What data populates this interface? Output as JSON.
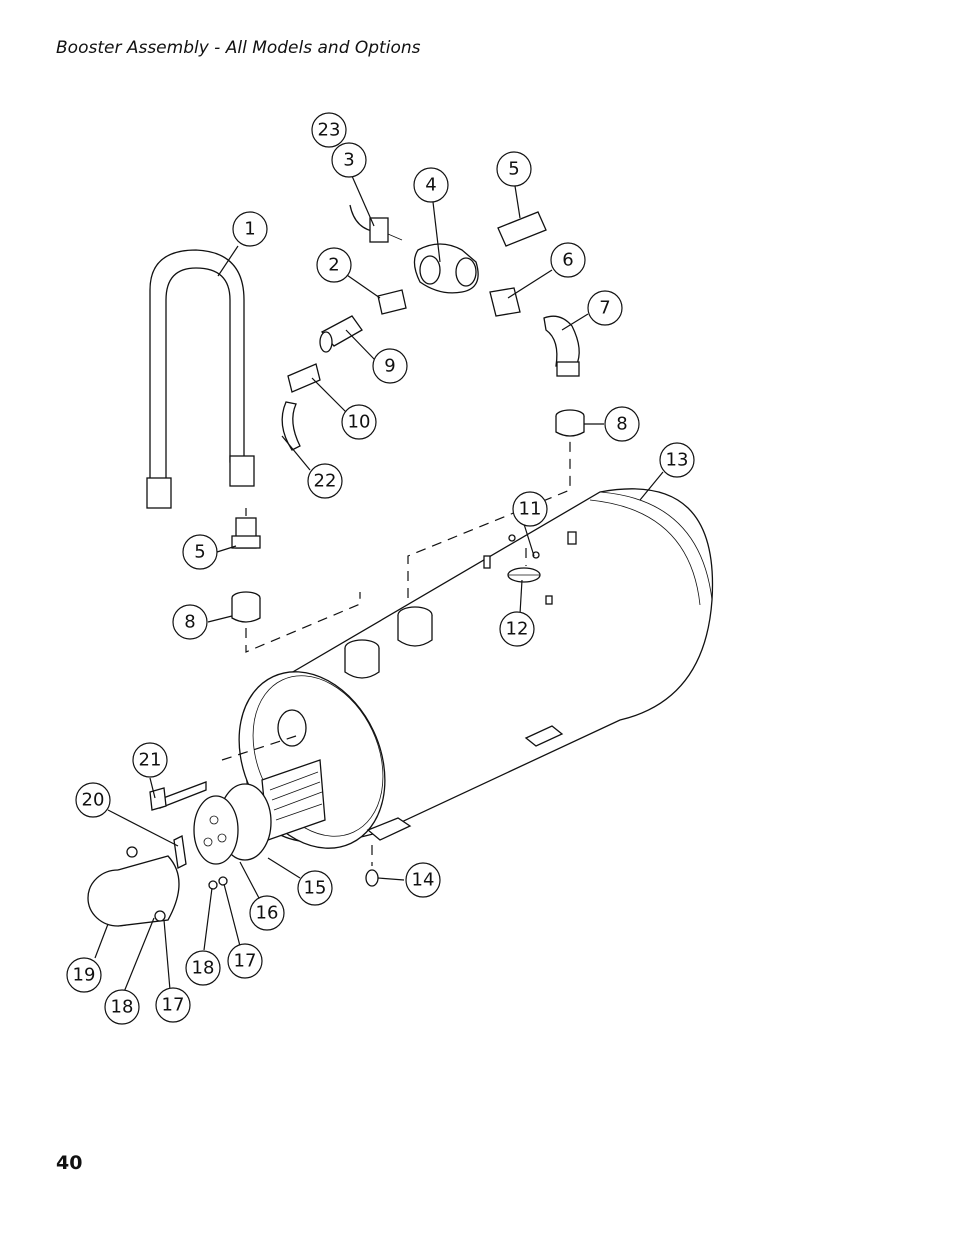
{
  "header": {
    "title": "Booster Assembly - All Models and Options"
  },
  "footer": {
    "page_number": "40"
  },
  "callouts": {
    "c1": "1",
    "c2": "2",
    "c3": "3",
    "c4": "4",
    "c5a": "5",
    "c5b": "5",
    "c6": "6",
    "c7": "7",
    "c8a": "8",
    "c8b": "8",
    "c9": "9",
    "c10": "10",
    "c11": "11",
    "c12": "12",
    "c13": "13",
    "c14": "14",
    "c15": "15",
    "c16": "16",
    "c17a": "17",
    "c17b": "17",
    "c18a": "18",
    "c18b": "18",
    "c19": "19",
    "c20": "20",
    "c21": "21",
    "c22": "22",
    "c23": "23"
  }
}
